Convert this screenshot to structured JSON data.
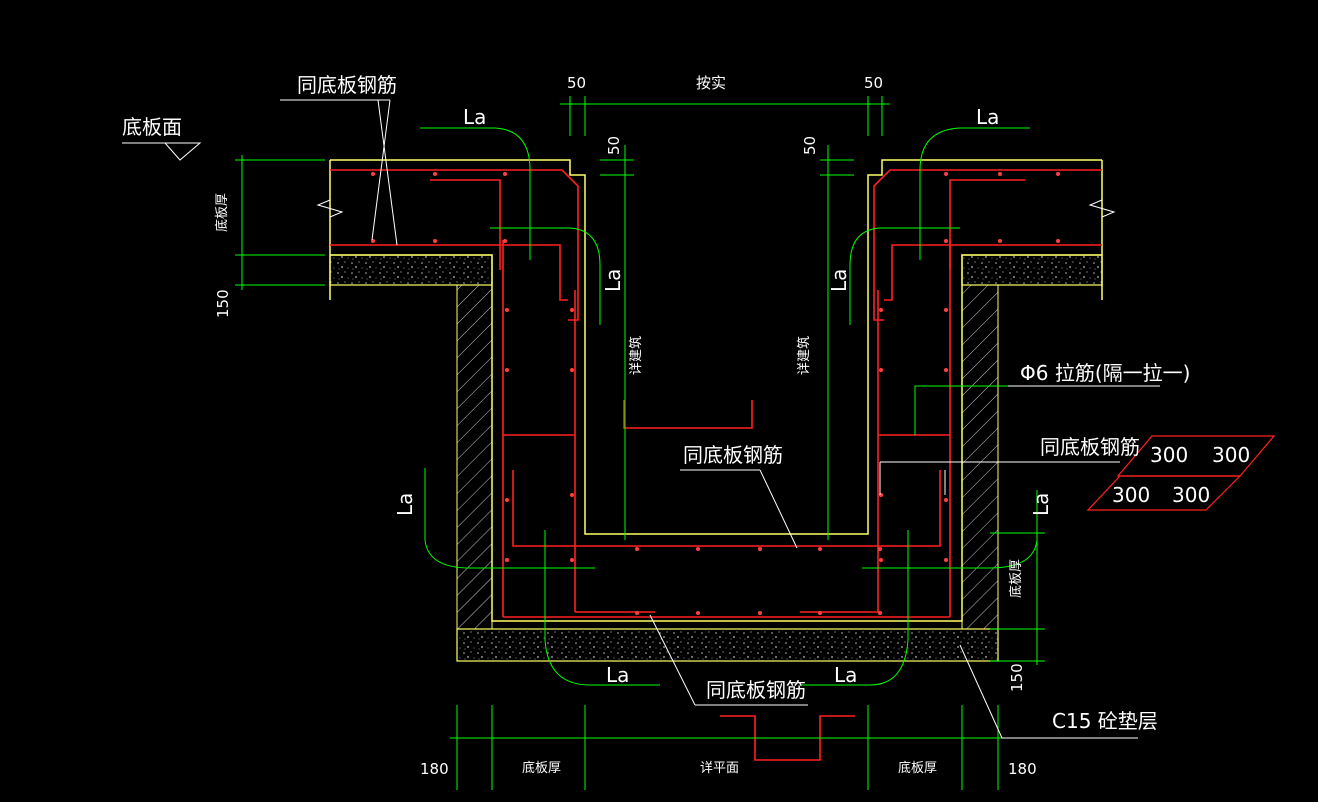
{
  "colors": {
    "background": "#000000",
    "rebar": "#ff2020",
    "concrete_outline": "#ffff66",
    "dimension": "#00ff00",
    "text": "#ffffff",
    "hatch": "#c8c8c8"
  },
  "labels": {
    "top_left_rebar": "同底板钢筋",
    "slab_top": "底板面",
    "la_top_left": "La",
    "la_top_right": "La",
    "la_inner_left": "La",
    "la_inner_right": "La",
    "la_side_left": "La",
    "la_side_right": "La",
    "la_bottom_left": "La",
    "la_bottom_right": "La",
    "tie_bar": "Φ6 拉筋(隔一拉一)",
    "right_rebar": "同底板钢筋",
    "center_rebar": "同底板钢筋",
    "bottom_rebar": "同底板钢筋",
    "cushion": "C15 砼垫层",
    "pattern_300_a": "300",
    "pattern_300_b": "300",
    "pattern_300_c": "300",
    "pattern_300_d": "300"
  },
  "dimensions": {
    "top_50_left": "50",
    "top_width": "按实",
    "top_50_right": "50",
    "inner_50_left": "50",
    "inner_50_right": "50",
    "slab_thickness_left": "底板厚",
    "cushion_left_150": "150",
    "inner_depth_left": "详建筑",
    "inner_depth_right": "详建筑",
    "slab_thickness_right": "底板厚",
    "cushion_right_150": "150",
    "bottom_180_left": "180",
    "bottom_slab_left": "底板厚",
    "bottom_plan": "详平面",
    "bottom_slab_right": "底板厚",
    "bottom_180_right": "180"
  }
}
